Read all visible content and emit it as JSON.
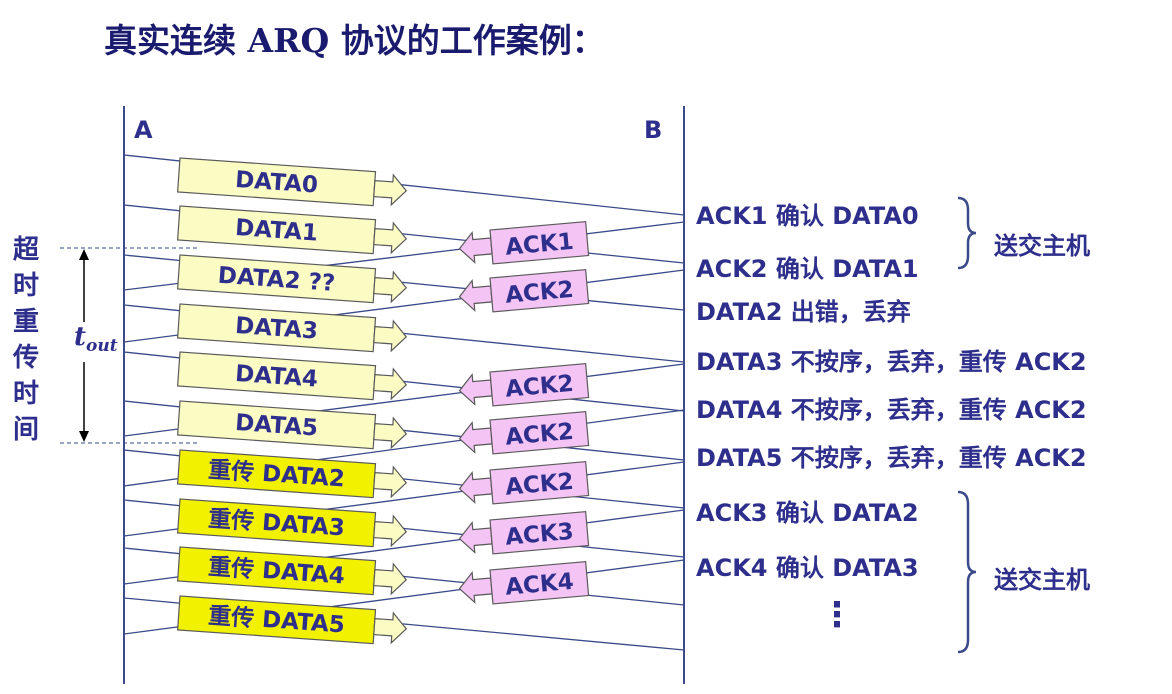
{
  "title": "真实连续 ARQ 协议的工作案例：",
  "nodes": {
    "a": "A",
    "b": "B"
  },
  "timeout_label_vertical": "超时重传时间",
  "timeout_symbol": {
    "base": "t",
    "sub": "out"
  },
  "data_frames": [
    {
      "label": "DATA0",
      "style": "normal"
    },
    {
      "label": "DATA1",
      "style": "normal"
    },
    {
      "label": "DATA2  ??",
      "style": "normal"
    },
    {
      "label": "DATA3",
      "style": "normal"
    },
    {
      "label": "DATA4",
      "style": "normal"
    },
    {
      "label": "DATA5",
      "style": "normal"
    },
    {
      "label": "重传 DATA2",
      "style": "retransmit"
    },
    {
      "label": "重传 DATA3",
      "style": "retransmit"
    },
    {
      "label": "重传 DATA4",
      "style": "retransmit"
    },
    {
      "label": "重传 DATA5",
      "style": "retransmit"
    }
  ],
  "ack_frames": [
    "ACK1",
    "ACK2",
    "ACK2",
    "ACK2",
    "ACK2",
    "ACK3",
    "ACK4"
  ],
  "receiver_events": [
    "ACK1 确认 DATA0",
    "ACK2 确认 DATA1",
    "DATA2 出错，丢弃",
    "DATA3 不按序，丢弃，重传 ACK2",
    "DATA4 不按序，丢弃，重传 ACK2",
    "DATA5 不按序，丢弃，重传 ACK2",
    "ACK3 确认 DATA2",
    "ACK4 确认 DATA3"
  ],
  "host_labels": [
    "送交主机",
    "送交主机"
  ],
  "continuation": "⋮",
  "colors": {
    "text": "#2e2e8c",
    "line": "#3a4a8a",
    "data_fill": "#fbfbc4",
    "retransmit_fill": "#f2f200",
    "ack_fill": "#f4c4f4",
    "arrow_fill": "#fbfbc4"
  }
}
